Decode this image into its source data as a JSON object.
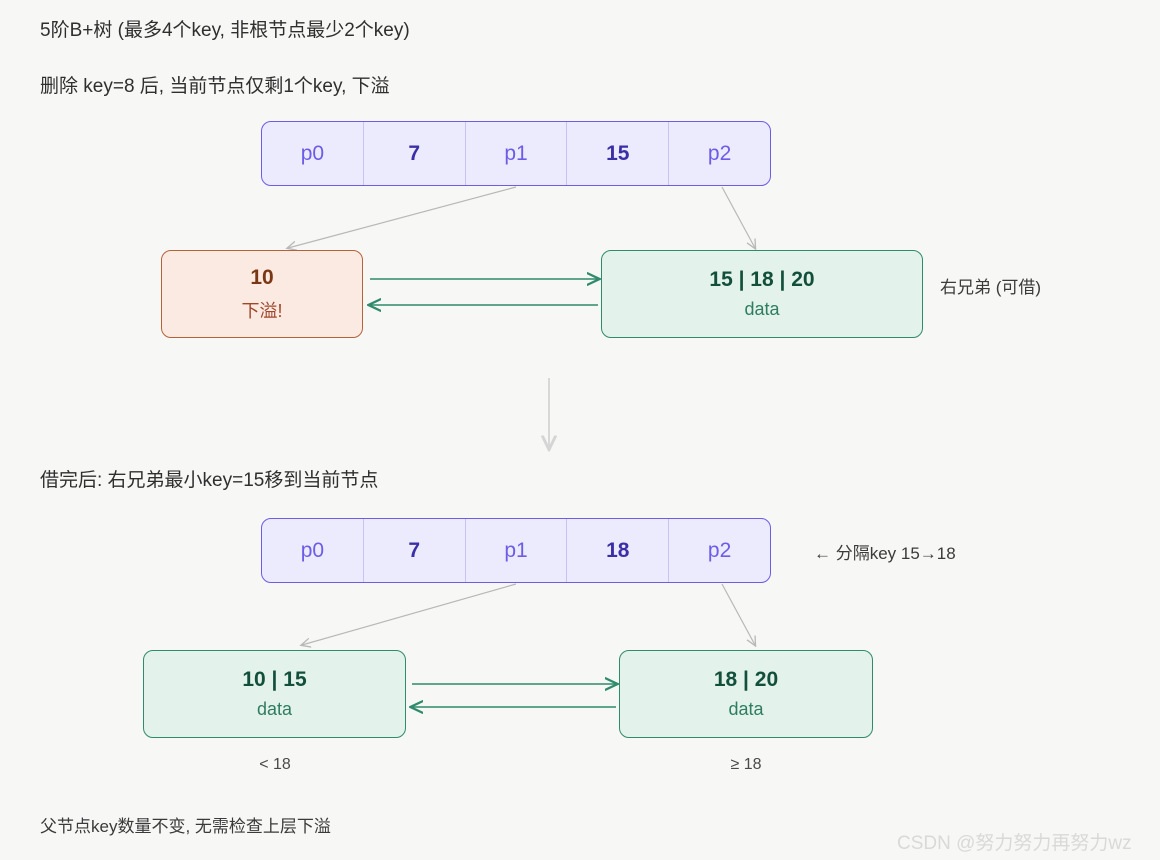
{
  "page": {
    "background": "#f7f7f5",
    "watermark": "CSDN @努力努力再努力wz"
  },
  "colors": {
    "internal_node_fill": "#eceafd",
    "internal_node_border": "#6c5ce7",
    "internal_pointer_text": "#6c5ce7",
    "internal_key_text": "#3b2fa8",
    "leaf_green_fill": "#e3f2ea",
    "leaf_green_border": "#2e8b6b",
    "leaf_green_text": "#13503c",
    "leaf_peach_fill": "#fbeae1",
    "leaf_peach_border": "#b5613a",
    "leaf_peach_text": "#7a3714",
    "connector_line": "#b8b8b8",
    "sibling_arrow": "#2e8b6b",
    "step_arrow": "#d5d5d5"
  },
  "titles": {
    "line1": "5阶B+树 (最多4个key, 非根节点最少2个key)",
    "line2": "删除 key=8 后, 当前节点仅剩1个key, 下溢",
    "line3": "借完后: 右兄弟最小key=15移到当前节点",
    "footer": "父节点key数量不变, 无需检查上层下溢"
  },
  "before": {
    "root": {
      "cells": [
        {
          "text": "p0",
          "type": "pointer"
        },
        {
          "text": "7",
          "type": "key"
        },
        {
          "text": "p1",
          "type": "pointer"
        },
        {
          "text": "15",
          "type": "key"
        },
        {
          "text": "p2",
          "type": "pointer"
        }
      ]
    },
    "left_leaf": {
      "keys": "10",
      "sub": "下溢!"
    },
    "right_leaf": {
      "keys": "15 | 18 | 20",
      "sub": "data"
    },
    "right_leaf_note": "右兄弟 (可借)"
  },
  "after": {
    "root": {
      "cells": [
        {
          "text": "p0",
          "type": "pointer"
        },
        {
          "text": "7",
          "type": "key"
        },
        {
          "text": "p1",
          "type": "pointer"
        },
        {
          "text": "18",
          "type": "key"
        },
        {
          "text": "p2",
          "type": "pointer"
        }
      ]
    },
    "root_note": "← 分隔key 15→18",
    "left_leaf": {
      "keys": "10 | 15",
      "sub": "data"
    },
    "right_leaf": {
      "keys": "18 | 20",
      "sub": "data"
    },
    "left_leaf_range": "< 18",
    "right_leaf_range": "≥ 18"
  }
}
